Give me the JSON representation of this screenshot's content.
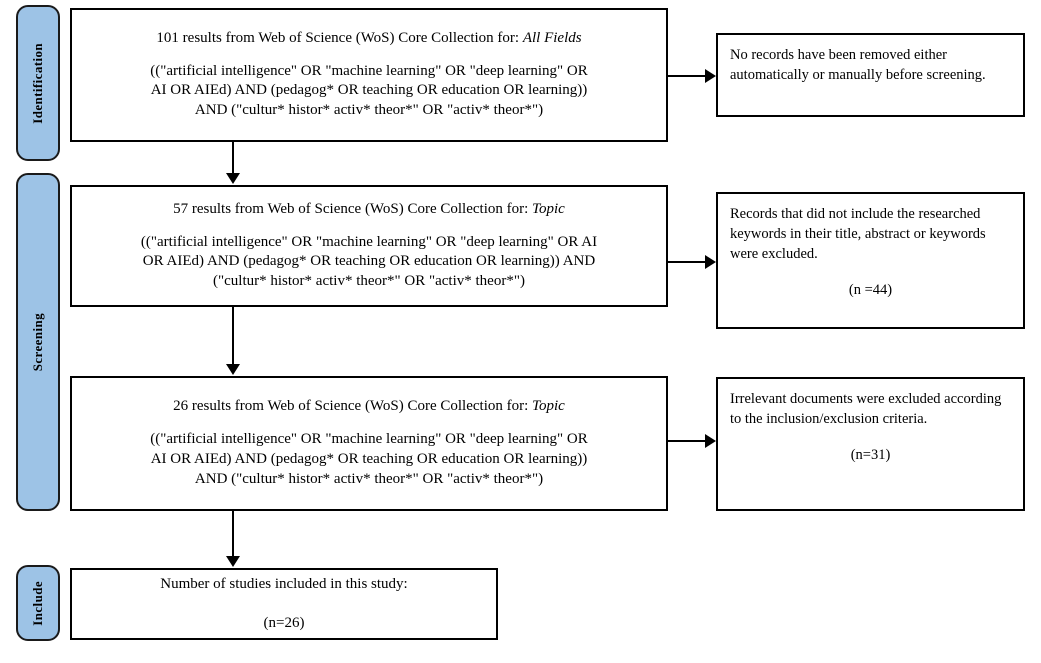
{
  "diagram": {
    "type": "prisma-flow-diagram",
    "accent_color": "#9DC3E6",
    "border_color": "#000000",
    "background_color": "#FFFFFF"
  },
  "stages": [
    {
      "id": "identification",
      "label": "Identification"
    },
    {
      "id": "screening",
      "label": "Screening"
    },
    {
      "id": "include",
      "label": "Include"
    }
  ],
  "boxes": {
    "identification_records": {
      "headline_prefix": "101 results from Web of Science (WoS) Core Collection for:",
      "scope": "All Fields",
      "query_lines": [
        "((\"artificial intelligence\" OR \"machine learning\" OR \"deep learning\" OR",
        "AI OR AIEd) AND (pedagog* OR teaching OR education OR learning))",
        "AND (\"cultur* histor* activ* theor*\" OR \"activ* theor*\")"
      ]
    },
    "identification_removed": {
      "text": "No records have been removed either automatically or manually before screening."
    },
    "screening_topic": {
      "headline_prefix": "57 results from Web of Science (WoS) Core Collection for:",
      "scope": "Topic",
      "query_lines": [
        "((\"artificial intelligence\" OR \"machine learning\" OR \"deep learning\" OR AI",
        "OR AIEd) AND (pedagog* OR teaching OR education OR learning)) AND",
        "(\"cultur* histor* activ* theor*\" OR \"activ* theor*\")"
      ]
    },
    "screening_excluded_keywords": {
      "text": "Records that did not include the researched keywords in their title, abstract or keywords were excluded.",
      "count": "(n =44)"
    },
    "eligibility_topic": {
      "headline_prefix": "26 results from Web of Science (WoS) Core Collection for:",
      "scope": "Topic",
      "query_lines": [
        "((\"artificial intelligence\" OR \"machine learning\" OR \"deep learning\" OR",
        "AI OR AIEd) AND (pedagog* OR teaching OR education OR learning))",
        "AND (\"cultur* histor* activ* theor*\" OR \"activ* theor*\")"
      ]
    },
    "eligibility_excluded_irrelevant": {
      "text": "Irrelevant documents were excluded according to the inclusion/exclusion criteria.",
      "count": "(n=31)"
    },
    "included_studies": {
      "title": "Number of studies included in this study:",
      "count": "(n=26)"
    }
  }
}
